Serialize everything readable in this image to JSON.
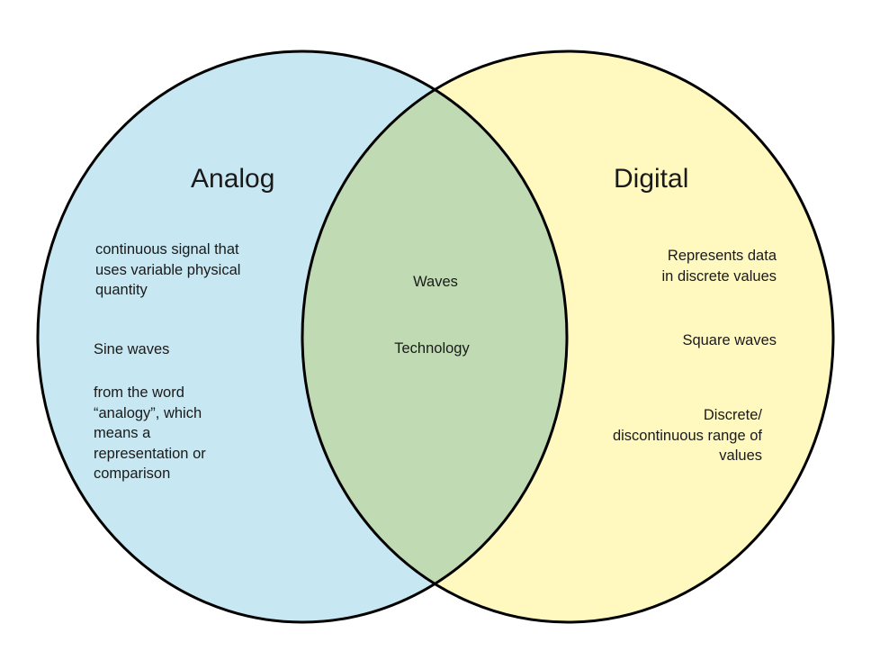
{
  "diagram": {
    "type": "venn",
    "colors": {
      "left_fill": "#c7e8f3",
      "right_fill": "#fff8bf",
      "overlap_fill": "#c0dab3",
      "outline": "#000000"
    },
    "left": {
      "title": "Analog",
      "items": [
        "continuous signal that\nuses variable physical\nquantity",
        "Sine waves",
        "from the word\n“analogy”, which\nmeans a\nrepresentation or\ncomparison"
      ]
    },
    "overlap": {
      "items": [
        "Waves",
        "Technology"
      ]
    },
    "right": {
      "title": "Digital",
      "items": [
        "Represents data\nin discrete values",
        "Square waves",
        "Discrete/\ndiscontinuous range of\nvalues"
      ]
    }
  }
}
